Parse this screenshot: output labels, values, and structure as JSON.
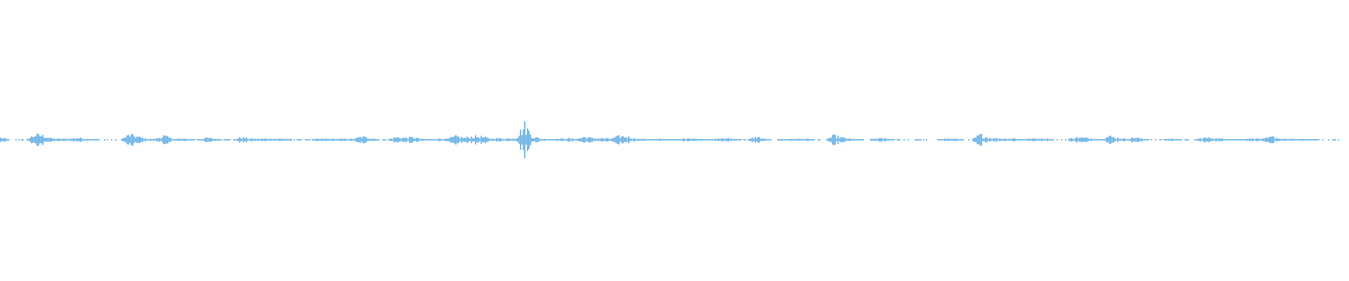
{
  "waveform": {
    "color": "#5aabe3",
    "background": "#ffffff",
    "amplitude_envelope": [
      0.02,
      0.005,
      0.003,
      0.003,
      0.05,
      0.04,
      0.012,
      0.01,
      0.01,
      0.02,
      0.01,
      0.008,
      0.003,
      0.003,
      0.003,
      0.05,
      0.03,
      0.01,
      0.008,
      0.04,
      0.01,
      0.01,
      0.008,
      0.003,
      0.02,
      0.01,
      0.003,
      0.003,
      0.025,
      0.012,
      0.01,
      0.012,
      0.01,
      0.012,
      0.005,
      0.002,
      0.003,
      0.01,
      0.01,
      0.008,
      0.01,
      0.008,
      0.03,
      0.02,
      0.005,
      0.004,
      0.025,
      0.02,
      0.025,
      0.008,
      0.006,
      0.012,
      0.01,
      0.035,
      0.02,
      0.035,
      0.03,
      0.012,
      0.015,
      0.012,
      0.02,
      0.14,
      0.03,
      0.01,
      0.008,
      0.008,
      0.015,
      0.008,
      0.03,
      0.015,
      0.015,
      0.012,
      0.035,
      0.03,
      0.01,
      0.008,
      0.006,
      0.008,
      0.006,
      0.006,
      0.02,
      0.008,
      0.008,
      0.006,
      0.015,
      0.012,
      0.004,
      0.005,
      0.03,
      0.008,
      0.002,
      0.008,
      0.008,
      0.01,
      0.01,
      0.003,
      0.003,
      0.04,
      0.02,
      0.008,
      0.006,
      0.002,
      0.015,
      0.012,
      0.004,
      0.003,
      0.003,
      0.003,
      0.003,
      0.003,
      0.012,
      0.01,
      0.003,
      0.002,
      0.05,
      0.02,
      0.015,
      0.012,
      0.015,
      0.005,
      0.012,
      0.012,
      0.01,
      0.002,
      0.002,
      0.025,
      0.02,
      0.015,
      0.005,
      0.035,
      0.02,
      0.008,
      0.025,
      0.008,
      0.003,
      0.002,
      0.01,
      0.008,
      0.002,
      0.004,
      0.02,
      0.02,
      0.01,
      0.008,
      0.006,
      0.012,
      0.012,
      0.01,
      0.03,
      0.01,
      0.008,
      0.006,
      0.008,
      0.006,
      0.004,
      0.004,
      0.003
    ]
  }
}
